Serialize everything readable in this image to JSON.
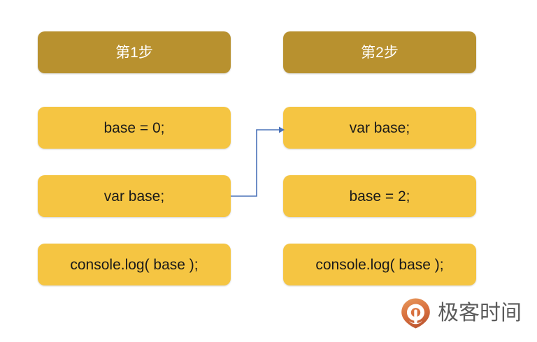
{
  "diagram": {
    "type": "two-column-step-comparison",
    "columns": [
      {
        "id": "step-1",
        "header": "第1步",
        "rows": [
          {
            "text": "base = 0;"
          },
          {
            "text": "var base;"
          },
          {
            "text": "console.log( base );"
          }
        ]
      },
      {
        "id": "step-2",
        "header": "第2步",
        "rows": [
          {
            "text": "var base;"
          },
          {
            "text": "base = 2;"
          },
          {
            "text": "console.log( base );"
          }
        ]
      }
    ],
    "connector": {
      "label": "",
      "from": "step-1 row var base;",
      "to": "step-2 row var base;",
      "color": "#4a72b8"
    },
    "colors": {
      "header_background": "#b8912f",
      "header_text": "#ffffff",
      "box_background": "#f5c542",
      "box_text": "#1a1a1a",
      "canvas_background": "#ffffff",
      "arrow": "#4a72b8"
    }
  },
  "branding": {
    "name": "极客时间",
    "mark_colors": {
      "outer": "#e08a4a",
      "inner": "#c8613a"
    }
  }
}
